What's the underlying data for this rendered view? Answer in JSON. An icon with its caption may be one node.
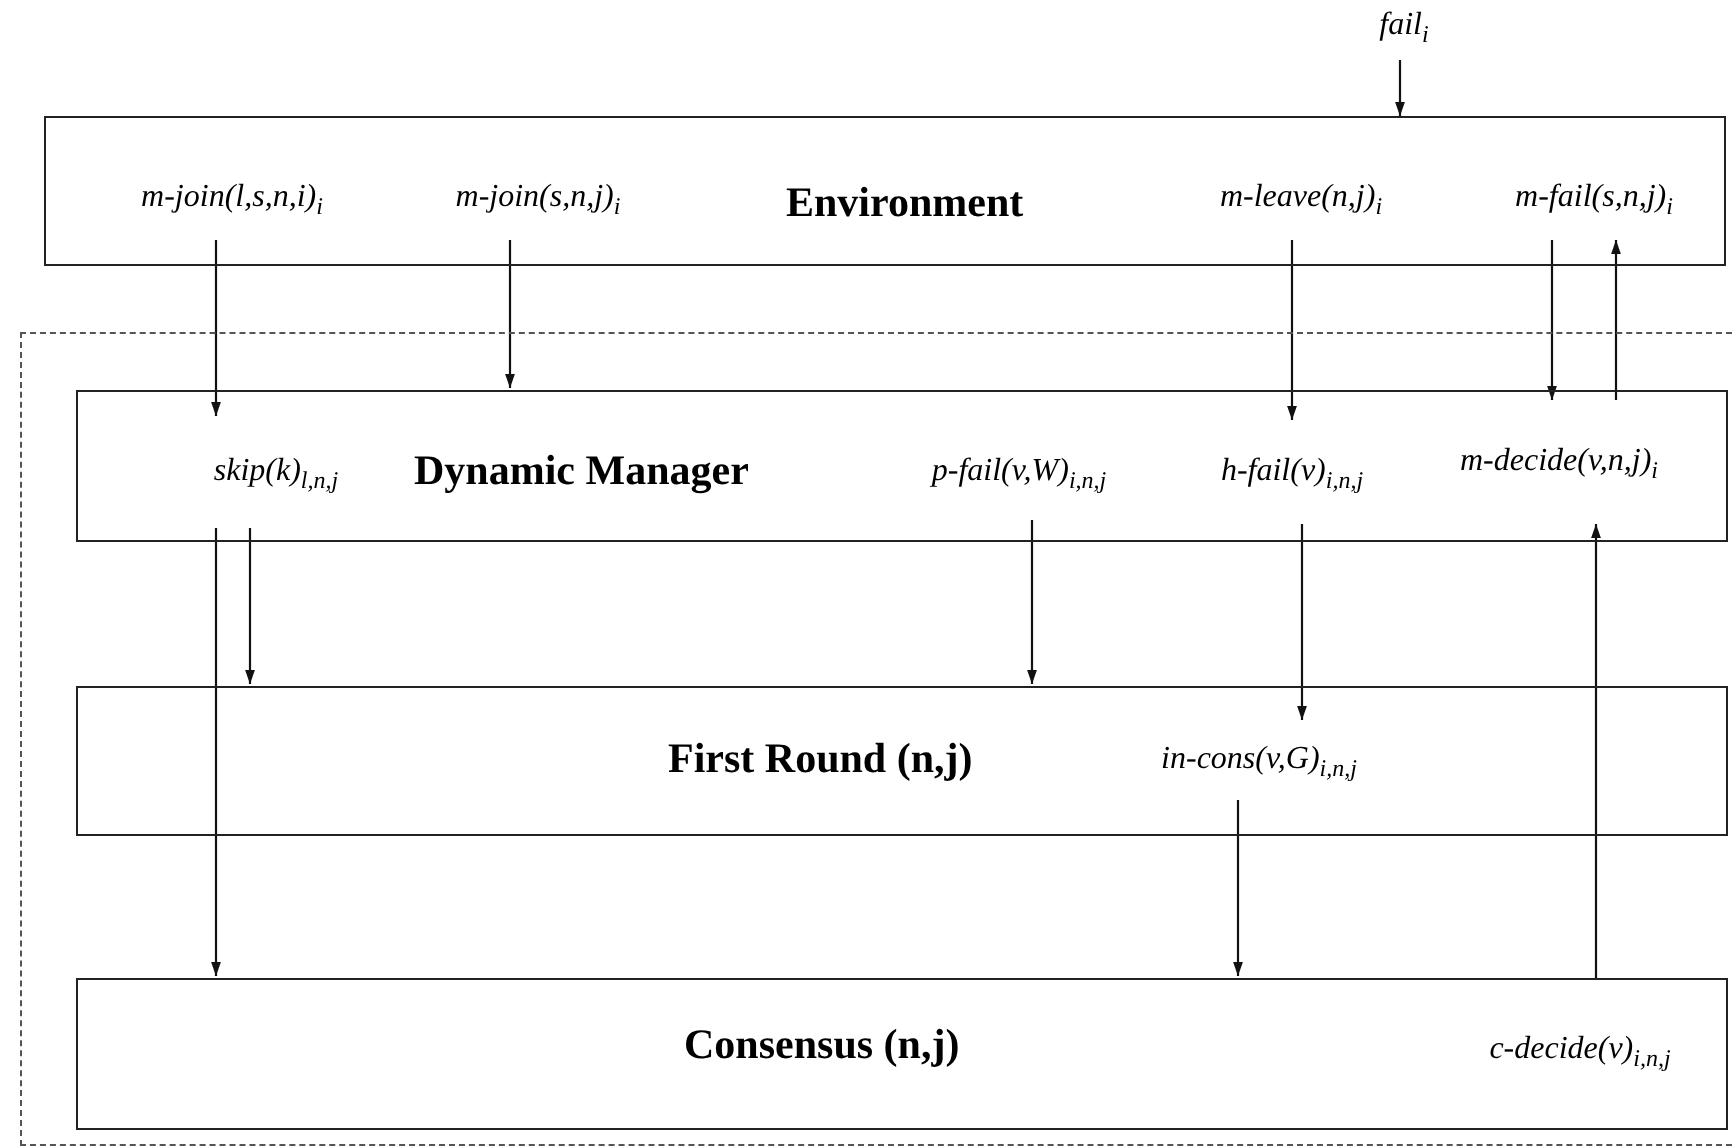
{
  "diagram": {
    "nodes": [
      {
        "text": [
          "fail$_{i}$"
        ]
      },
      {
        "text": [
          "Environment"
        ]
      },
      {
        "text": [
          "m-join(l,s,n,i)$_{i}$"
        ],
        "in": 1
      },
      {
        "text": [
          "m-join(s,n,j)$_{i}$"
        ],
        "in": 1
      },
      {
        "text": [
          "m-leave(n,j)$_{i}$"
        ],
        "in": 1
      },
      {
        "text": [
          "m-fail(s,n,j)$_{i}$"
        ],
        "in": 1
      },
      {
        "text": [],
        "shape": "box"
      },
      {
        "text": [
          "Dynamic Manager"
        ],
        "in": 6
      },
      {
        "text": [
          "skip(k)$_{l,n,j}$"
        ],
        "in": 7
      },
      {
        "text": [
          "p-fail(v,W)$_{i,n,j}$"
        ],
        "in": 7
      },
      {
        "text": [
          "h-fail(v)$_{i,n,j}$"
        ],
        "in": 7
      },
      {
        "text": [
          "m-decide(v,n,j)$_{i}$"
        ],
        "in": 7
      },
      {
        "text": [
          "First Round (n,j)"
        ],
        "in": 6
      },
      {
        "text": [
          "in-cons(v,G)$_{i,n,j}$"
        ],
        "in": 12
      },
      {
        "text": [
          "Consensus (n,j)"
        ],
        "in": 6
      },
      {
        "text": [
          "c-decide(v)$_{i,n,j}$"
        ],
        "in": 14
      }
    ],
    "edges": [
      {
        "from": 0,
        "to": 1,
        "arrow": "to"
      },
      {
        "from": 2,
        "to": 8,
        "arrow": "to"
      },
      {
        "from": 3,
        "to": 7,
        "arrow": "to"
      },
      {
        "from": 4,
        "to": 10,
        "arrow": "to"
      },
      {
        "from": 5,
        "to": 11,
        "arrow": "to"
      },
      {
        "from": 11,
        "to": 5,
        "arrow": "to"
      },
      {
        "from": 8,
        "to": 12,
        "arrow": "to"
      },
      {
        "from": 8,
        "to": 14,
        "arrow": "to"
      },
      {
        "from": 9,
        "to": 12,
        "arrow": "to"
      },
      {
        "from": 10,
        "to": 13,
        "arrow": "to"
      },
      {
        "from": 13,
        "to": 14,
        "arrow": "to"
      },
      {
        "from": 15,
        "to": 11,
        "arrow": "to"
      }
    ]
  }
}
